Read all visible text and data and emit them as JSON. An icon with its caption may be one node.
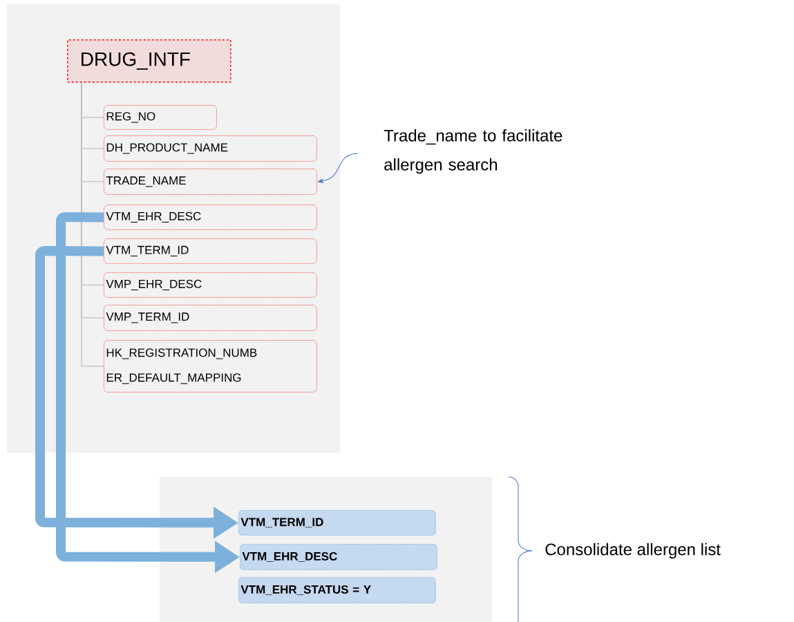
{
  "diagram": {
    "nodes": [
      {
        "text": [],
        "shape": "box"
      },
      {
        "text": [
          "DRUG_INTF"
        ],
        "in": 0
      },
      {
        "text": [
          "REG_NO"
        ],
        "in": 0
      },
      {
        "text": [
          "DH_PRODUCT_NAME"
        ],
        "in": 0
      },
      {
        "text": [
          "TRADE_NAME"
        ],
        "in": 0
      },
      {
        "text": [
          "VTM_EHR_DESC"
        ],
        "in": 0
      },
      {
        "text": [
          "VTM_TERM_ID"
        ],
        "in": 0
      },
      {
        "text": [
          "VMP_EHR_DESC"
        ],
        "in": 0
      },
      {
        "text": [
          "VMP_TERM_ID"
        ],
        "in": 0
      },
      {
        "text": [
          "HK_REGISTRATION_NUMB ER_DEFAULT_MAPPING"
        ],
        "in": 0
      },
      {
        "text": [],
        "shape": "box"
      },
      {
        "text": [
          "VTM_TERM_ID"
        ],
        "in": 10
      },
      {
        "text": [
          "VTM_EHR_DESC"
        ],
        "in": 10
      },
      {
        "text": [
          "VTM_EHR_STATUS = Y"
        ],
        "in": 10
      },
      {
        "text": [
          "Trade_name to facilitate allergen search"
        ]
      }
    ],
    "edges": [
      {
        "from": 1,
        "to": 2,
        "arrow": "none"
      },
      {
        "from": 1,
        "to": 3,
        "arrow": "none"
      },
      {
        "from": 1,
        "to": 4,
        "arrow": "none"
      },
      {
        "from": 1,
        "to": 5,
        "arrow": "none"
      },
      {
        "from": 1,
        "to": 6,
        "arrow": "none"
      },
      {
        "from": 1,
        "to": 7,
        "arrow": "none"
      },
      {
        "from": 1,
        "to": 8,
        "arrow": "none"
      },
      {
        "from": 1,
        "to": 9,
        "arrow": "none"
      },
      {
        "from": 5,
        "to": 12,
        "arrow": "to",
        "style": "thick",
        "color": "#7db1dc"
      },
      {
        "from": 6,
        "to": 11,
        "arrow": "to",
        "style": "thick",
        "color": "#7db1dc"
      },
      {
        "from": 14,
        "to": 4,
        "arrow": "to",
        "color": "#4472c4"
      }
    ],
    "labels": [
      "Consolidate allergen list"
    ]
  }
}
